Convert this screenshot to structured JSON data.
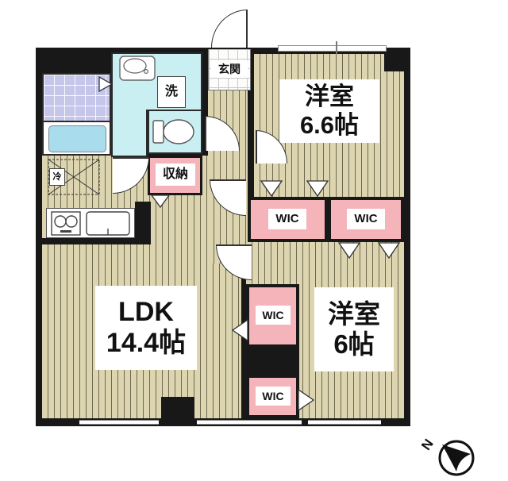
{
  "plan_type": "apartment-floor-plan",
  "rooms": {
    "living": {
      "name": "LDK",
      "size": "14.4帖"
    },
    "bedroom_1": {
      "name": "洋室",
      "size": "6.6帖"
    },
    "bedroom_2": {
      "name": "洋室",
      "size": "6帖"
    },
    "entrance": {
      "label": "玄関"
    },
    "storage": {
      "label": "収納"
    },
    "laundry": {
      "label": "洗"
    },
    "refrigerator": {
      "label": "冷"
    },
    "wic": {
      "label": "WIC"
    }
  },
  "compass": {
    "north_label": "N"
  },
  "colors": {
    "wall": "#181818",
    "flooring": "#dcd5b0",
    "flooring_stripe": "#6e6852",
    "closet_pink": "#f4b4ba",
    "wet_area_cyan": "#c9eff2",
    "bath_tile_purple": "#c6c5ea",
    "bathtub_blue": "#a9dcec"
  }
}
